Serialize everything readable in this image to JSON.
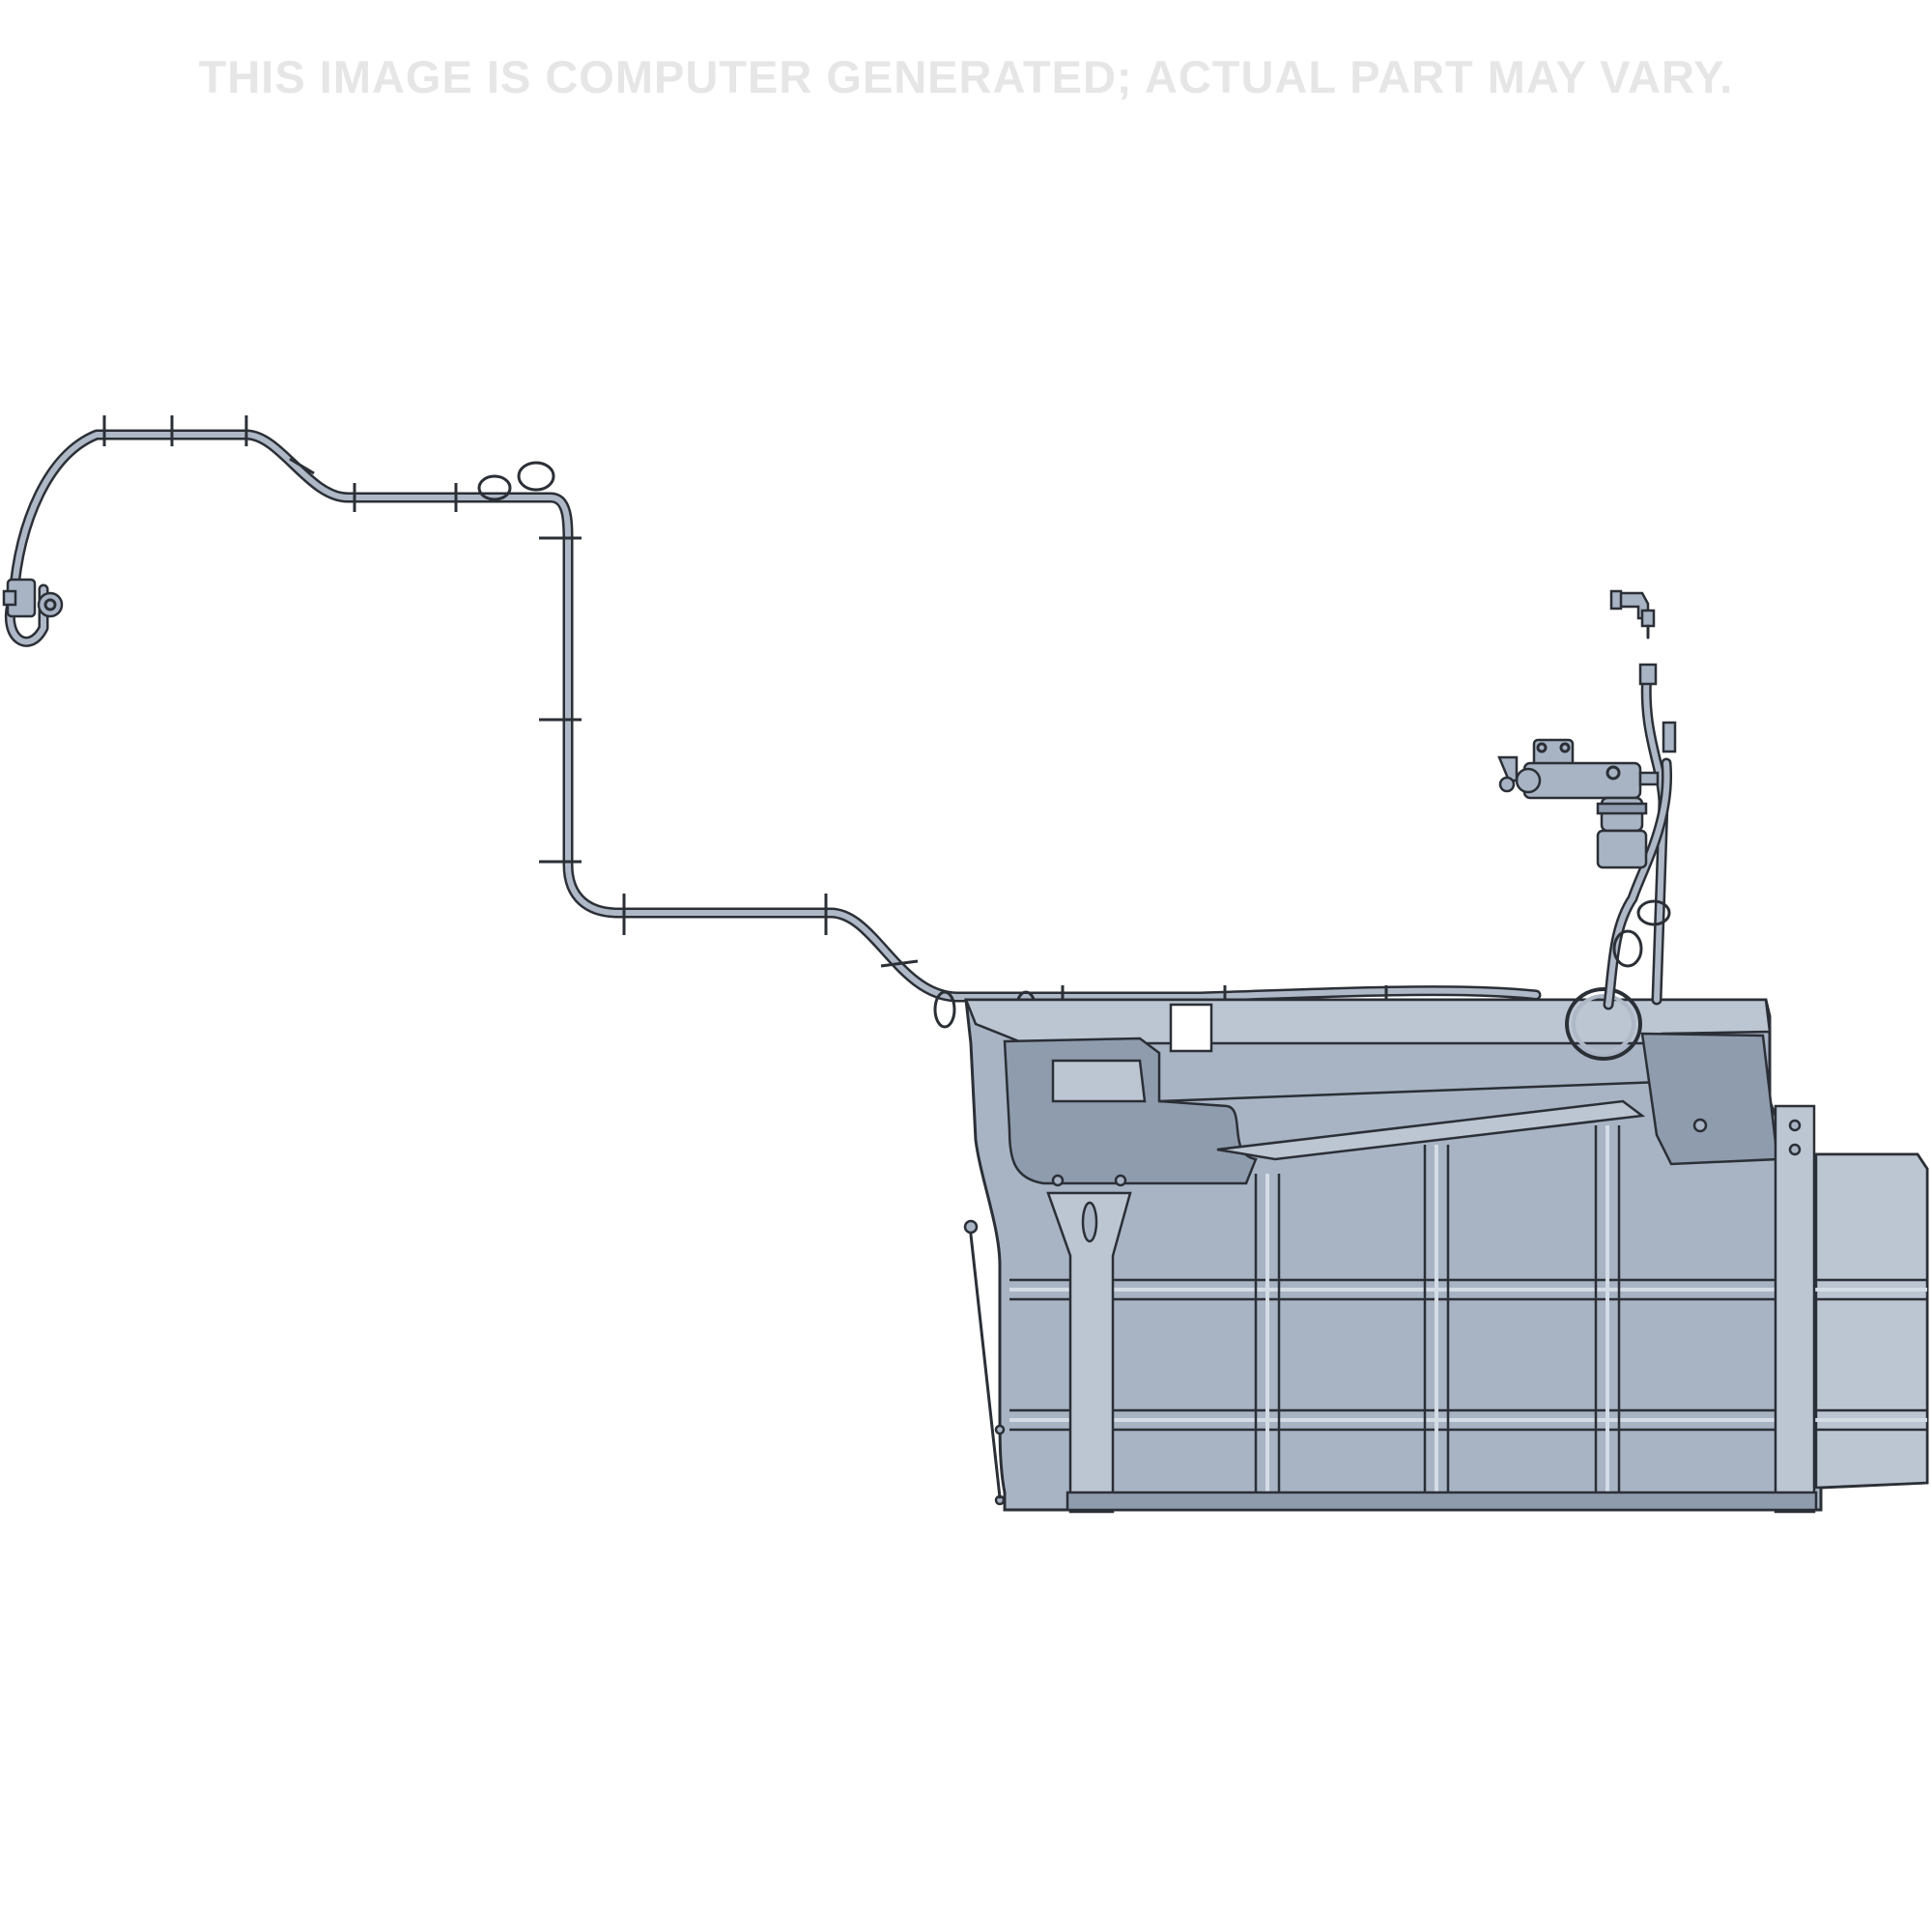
{
  "disclaimer": "THIS IMAGE IS COMPUTER GENERATED; ACTUAL PART MAY VARY.",
  "colors": {
    "background": "#ffffff",
    "disclaimer_text": "#e6e6e6",
    "part_fill": "#a8b4c4",
    "outline": "#2b2f36"
  },
  "illustration": {
    "subject": "fuel-tank-with-line-assembly",
    "components": [
      "fuel-line",
      "line-clips",
      "end-connector",
      "fuel-tank",
      "tank-straps",
      "sending-unit-filter",
      "vent-fitting"
    ]
  }
}
